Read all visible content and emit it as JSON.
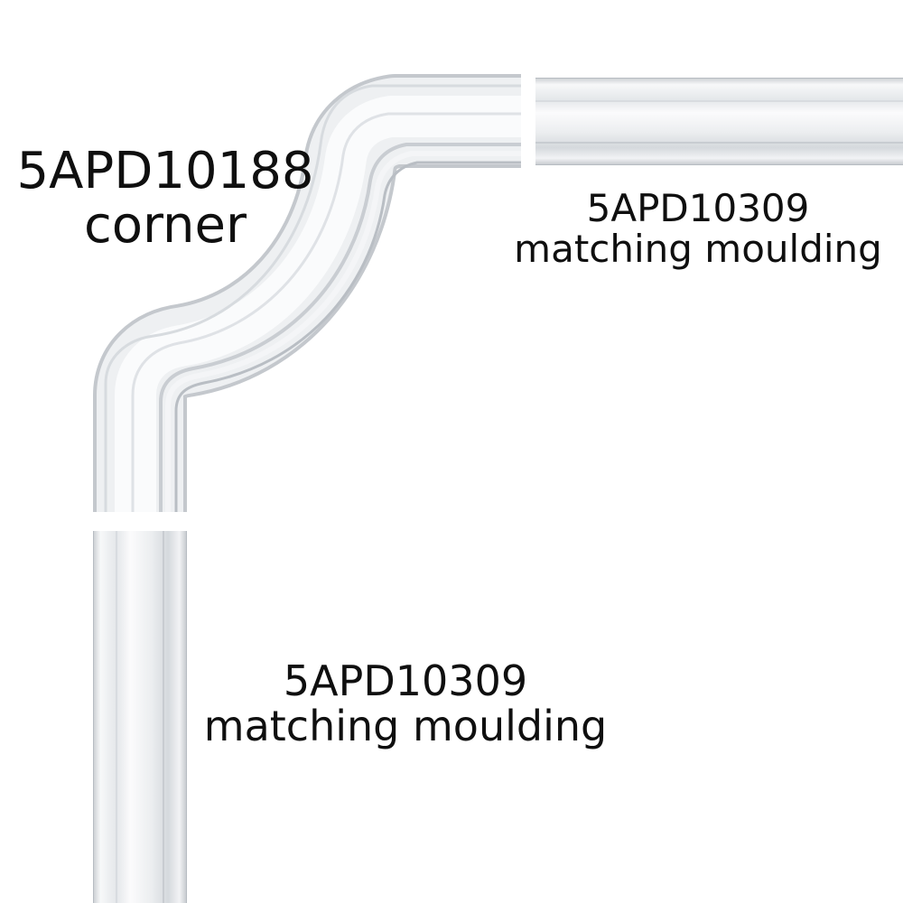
{
  "labels": {
    "corner": {
      "code": "5APD10188",
      "caption": "corner"
    },
    "top_moulding": {
      "code": "5APD10309",
      "caption": "matching moulding"
    },
    "bottom_moulding": {
      "code": "5APD10309",
      "caption": "matching moulding"
    }
  },
  "colors": {
    "background": "#ffffff",
    "moulding_light": "#f5f6f7",
    "moulding_mid": "#e3e6e9",
    "moulding_shadow": "#c6cacf",
    "text": "#0f0f0f"
  }
}
